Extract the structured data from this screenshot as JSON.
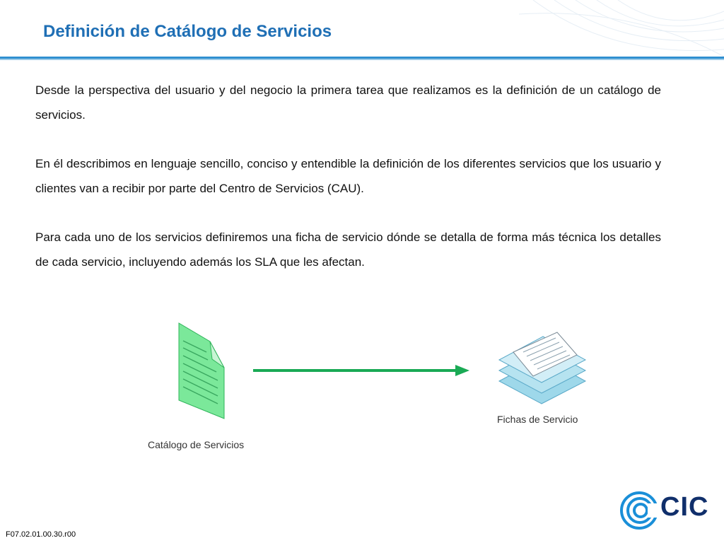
{
  "slide": {
    "title": "Definición de Catálogo de Servicios",
    "paragraphs": [
      "Desde la perspectiva del usuario y del negocio la primera tarea que realizamos es la definición de un catálogo de servicios.",
      "En él describimos en lenguaje sencillo, conciso y entendible la definición de los diferentes servicios que los usuario y clientes van a recibir por parte del Centro de Servicios (CAU).",
      "Para cada uno de los servicios definiremos una ficha de servicio dónde se detalla de forma más técnica los detalles de cada servicio, incluyendo además los SLA que les afectan."
    ],
    "diagram": {
      "source_label": "Catálogo de Servicios",
      "target_label": "Fichas de Servicio",
      "source_icon": "document-icon",
      "target_icon": "stacked-documents-icon",
      "arrow_icon": "right-arrow-icon"
    },
    "logo": {
      "text": "CIC",
      "icon": "rings-logo-icon"
    },
    "footer_code": "F07.02.01.00.30.r00"
  },
  "colors": {
    "title": "#1f6fb5",
    "rule": "#2f8fd0",
    "arrow": "#1aaa55",
    "document": "#7be89a",
    "stack": "#c4e8f2",
    "logo": "#102f6b"
  }
}
